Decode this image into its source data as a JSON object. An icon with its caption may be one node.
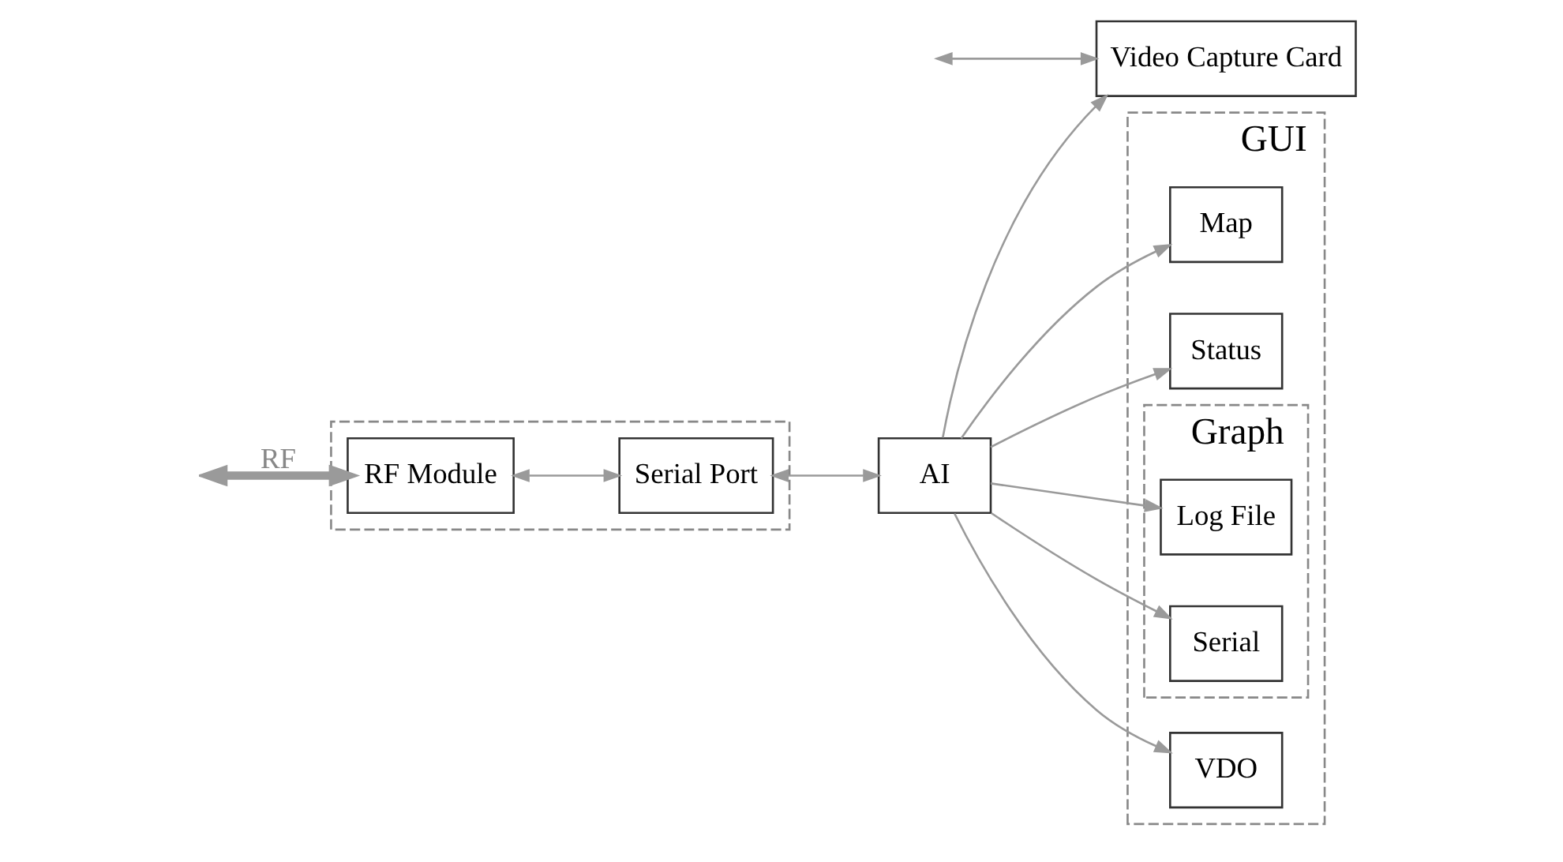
{
  "diagram": {
    "nodes": [
      {
        "text": [],
        "shape": "box"
      },
      {
        "text": [
          "RF Module"
        ],
        "in": 0
      },
      {
        "text": [
          "Serial Port"
        ],
        "in": 0
      },
      {
        "text": [
          "AI"
        ]
      },
      {
        "text": [
          "GUI"
        ]
      },
      {
        "text": [
          "Map"
        ],
        "in": 4
      },
      {
        "text": [
          "Status"
        ],
        "in": 4
      },
      {
        "text": [
          "Graph"
        ],
        "in": 4
      },
      {
        "text": [
          "Log File"
        ],
        "in": 7
      },
      {
        "text": [
          "Serial"
        ],
        "in": 7
      },
      {
        "text": [
          "VDO"
        ],
        "in": 4
      },
      {
        "text": [
          "Video Capture Card"
        ]
      }
    ],
    "edges": [
      {
        "from": null,
        "to": 1,
        "arrow": "both",
        "label": "RF",
        "style": "thick"
      },
      {
        "from": 1,
        "to": 2,
        "arrow": "both"
      },
      {
        "from": 2,
        "to": 3,
        "arrow": "both"
      },
      {
        "from": 3,
        "to": 5,
        "arrow": "to"
      },
      {
        "from": 3,
        "to": 6,
        "arrow": "to"
      },
      {
        "from": 3,
        "to": 8,
        "arrow": "to"
      },
      {
        "from": 3,
        "to": 9,
        "arrow": "to"
      },
      {
        "from": 3,
        "to": 10,
        "arrow": "to"
      },
      {
        "from": 3,
        "to": 11,
        "arrow": "to"
      },
      {
        "from": null,
        "to": 11,
        "arrow": "both"
      }
    ]
  }
}
